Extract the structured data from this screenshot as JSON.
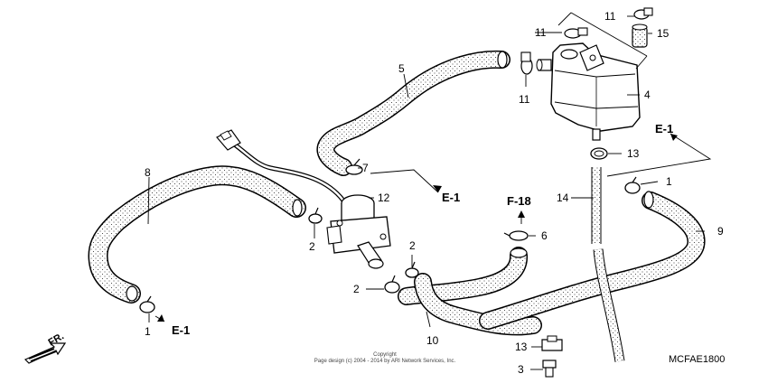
{
  "callouts": {
    "c1_left": "1",
    "c1_right": "1",
    "c2_valve": "2",
    "c2_lower": "2",
    "c2_mid": "2",
    "c3": "3",
    "c4": "4",
    "c5": "5",
    "c6": "6",
    "c7": "7",
    "c8": "8",
    "c9": "9",
    "c10": "10",
    "c11_top": "11",
    "c11_mid": "11",
    "c11_lower": "11",
    "c12": "12",
    "c13_upper": "13",
    "c13_lower": "13",
    "c14": "14",
    "c15": "15"
  },
  "references": {
    "e1_left": "E-1",
    "e1_center": "E-1",
    "e1_right": "E-1",
    "f18": "F-18"
  },
  "front_marker": "FR.",
  "diagram_code": "MCFAE1800",
  "copyright": {
    "line1": "Copyright",
    "line2": "Page design (c) 2004 - 2014 by ARI Network Services, Inc."
  }
}
